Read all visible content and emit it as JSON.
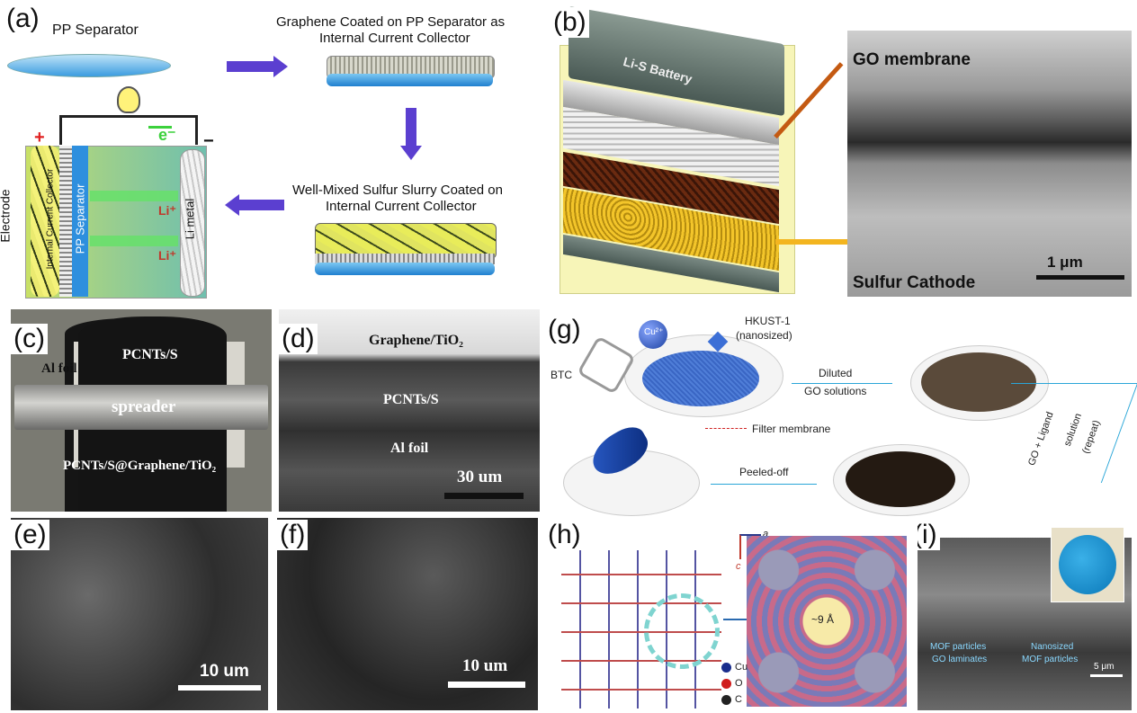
{
  "labels": {
    "a": "(a)",
    "b": "(b)",
    "c": "(c)",
    "d": "(d)",
    "e": "(e)",
    "f": "(f)",
    "g": "(g)",
    "h": "(h)",
    "i": "(i)"
  },
  "panel_a": {
    "pp_separator": "PP Separator",
    "graphene_coated_line1": "Graphene Coated on PP Separator as",
    "graphene_coated_line2": "Internal Current Collector",
    "slurry_line1": "Well-Mixed Sulfur Slurry Coated on",
    "slurry_line2": "Internal Current Collector",
    "electrode": "Electrode",
    "internal_current_collector": "Internal Current Collector",
    "pp_separator_vertical": "PP Separator",
    "li_metal": "Li metal",
    "li_plus_1": "Li⁺",
    "li_plus_2": "Li⁺",
    "electron": "e⁻",
    "plus": "+",
    "minus": "−"
  },
  "panel_b": {
    "battery": "Li-S Battery",
    "go_membrane": "GO membrane",
    "sulfur_cathode": "Sulfur Cathode",
    "scale": "1 μm"
  },
  "panel_c": {
    "al_foil": "Al foil",
    "pcnts_s": "PCNTs/S",
    "spreader": "spreader",
    "composite": "PCNTs/S@Graphene/TiO₂"
  },
  "panel_d": {
    "graphene_tio2": "Graphene/TiO₂",
    "pcnts_s": "PCNTs/S",
    "al_foil": "Al foil",
    "scale": "30 um"
  },
  "panel_e": {
    "scale": "10 um"
  },
  "panel_f": {
    "scale": "10 um"
  },
  "panel_g": {
    "btc": "BTC",
    "cu": "Cu²⁺",
    "hkust_line1": "HKUST-1",
    "hkust_line2": "(nanosized)",
    "diluted": "Diluted",
    "go_solutions": "GO solutions",
    "filter_membrane": "Filter membrane",
    "go_ligand_line1": "GO + Ligand",
    "go_ligand_line2": "solution",
    "repeat": "(repeat)",
    "peeled_off": "Peeled-off"
  },
  "panel_h": {
    "axis_a": "a",
    "axis_c": "c",
    "pore": "~9 Å",
    "legend": [
      {
        "label": "Cu",
        "color": "#1a2d8c"
      },
      {
        "label": "O",
        "color": "#d01c1c"
      },
      {
        "label": "C",
        "color": "#222222"
      }
    ]
  },
  "panel_i": {
    "mof_go_line1": "MOF particles",
    "mof_go_line2": "GO laminates",
    "nano_line1": "Nanosized",
    "nano_line2": "MOF particles",
    "scale": "5 μm"
  }
}
